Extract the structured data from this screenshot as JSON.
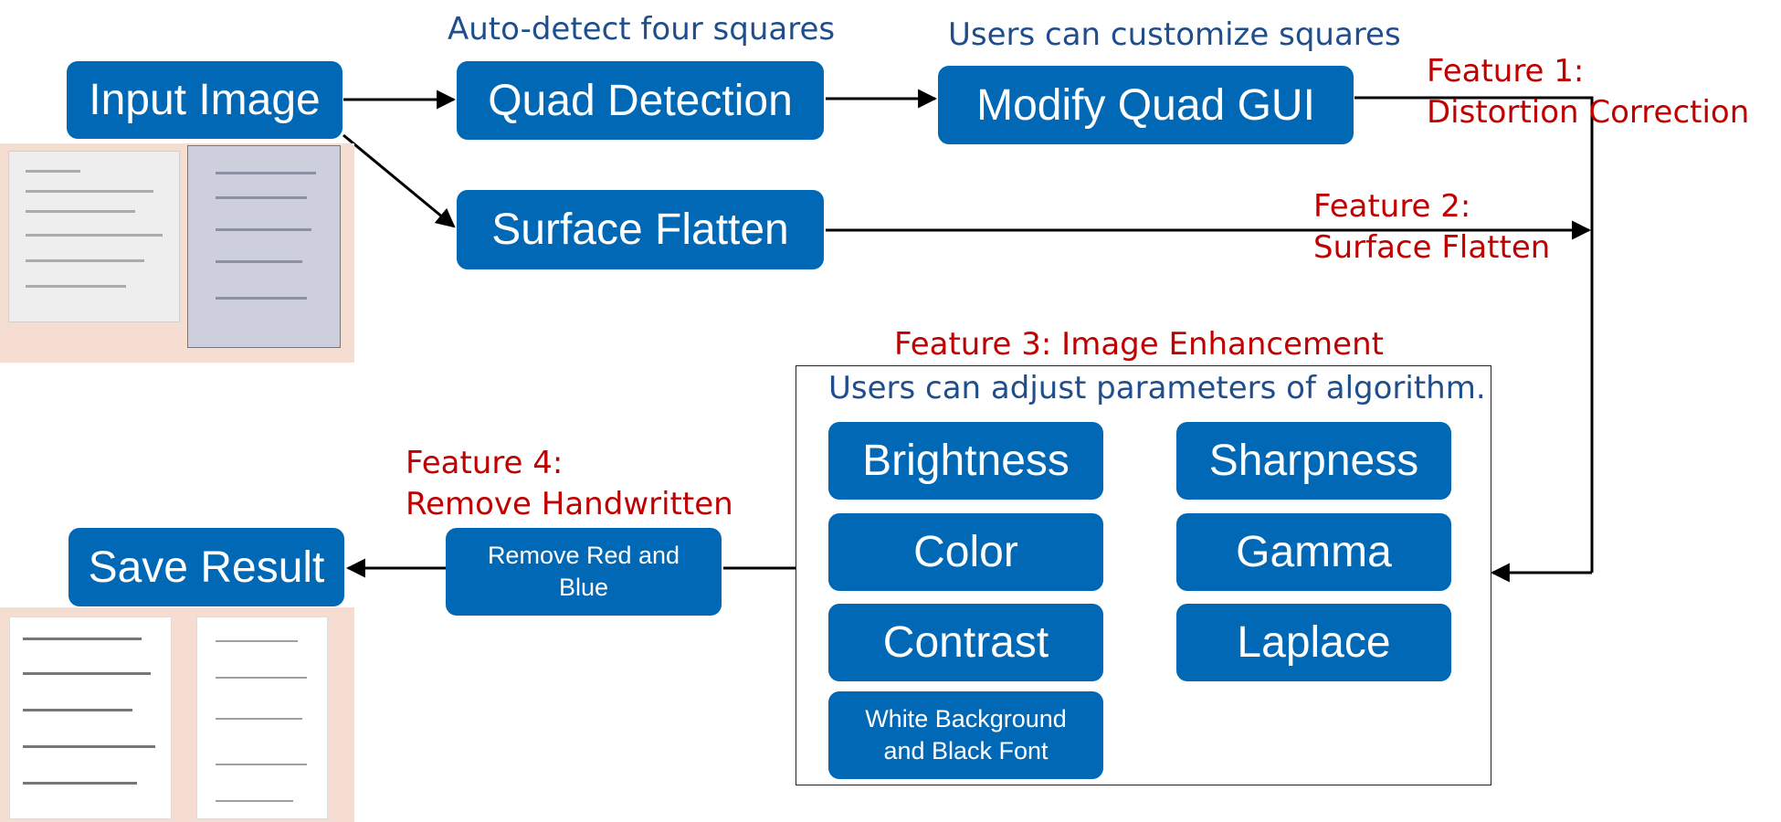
{
  "nodes": {
    "input_image": "Input Image",
    "quad_detection": "Quad Detection",
    "modify_quad_gui": "Modify Quad GUI",
    "surface_flatten": "Surface Flatten",
    "save_result": "Save Result",
    "remove_red_blue": "Remove Red and Blue"
  },
  "annotations": {
    "auto_detect": "Auto-detect four squares",
    "users_customize": "Users can customize squares",
    "users_adjust": "Users can adjust parameters of algorithm."
  },
  "features": {
    "f1_line1": "Feature 1:",
    "f1_line2": "Distortion Correction",
    "f2_line1": "Feature 2:",
    "f2_line2": "Surface Flatten",
    "f3": "Feature 3: Image Enhancement",
    "f4_line1": "Feature 4:",
    "f4_line2": "Remove Handwritten"
  },
  "enhancement_params": {
    "brightness": "Brightness",
    "sharpness": "Sharpness",
    "color": "Color",
    "gamma": "Gamma",
    "contrast": "Contrast",
    "laplace": "Laplace",
    "white_bg": "White Background and Black Font"
  },
  "colors": {
    "box_blue": "#0068b5",
    "label_blue": "#1f4e8c",
    "feature_red": "#c00000",
    "thumb_bg": "#f6ddd2"
  }
}
